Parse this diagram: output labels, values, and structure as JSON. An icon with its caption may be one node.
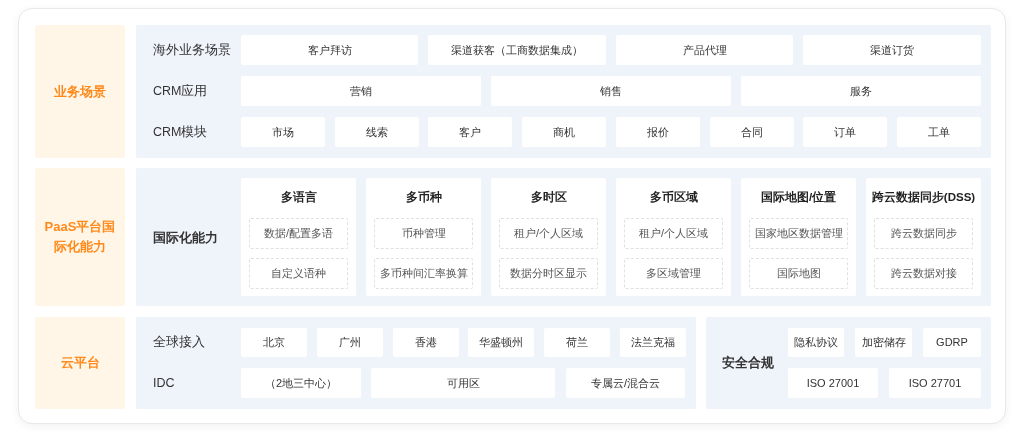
{
  "diagram": {
    "nodes": [
      {
        "text": [
          "业务场景"
        ]
      },
      {
        "text": [
          "海外业务场景",
          "CRM应用",
          "CRM模块"
        ]
      },
      {
        "text": [
          "客户拜访"
        ],
        "in": 1
      },
      {
        "text": [
          "渠道获客（工商数据集成）"
        ],
        "in": 1
      },
      {
        "text": [
          "产品代理"
        ],
        "in": 1
      },
      {
        "text": [
          "渠道订货"
        ],
        "in": 1
      },
      {
        "text": [
          "营销"
        ],
        "in": 1
      },
      {
        "text": [
          "销售"
        ],
        "in": 1
      },
      {
        "text": [
          "服务"
        ],
        "in": 1
      },
      {
        "text": [
          "市场"
        ],
        "in": 1
      },
      {
        "text": [
          "线索"
        ],
        "in": 1
      },
      {
        "text": [
          "客户"
        ],
        "in": 1
      },
      {
        "text": [
          "商机"
        ],
        "in": 1
      },
      {
        "text": [
          "报价"
        ],
        "in": 1
      },
      {
        "text": [
          "合同"
        ],
        "in": 1
      },
      {
        "text": [
          "订单"
        ],
        "in": 1
      },
      {
        "text": [
          "工单"
        ],
        "in": 1
      },
      {
        "text": [
          "PaaS平台国际化能力"
        ]
      },
      {
        "text": [
          "国际化能力"
        ]
      },
      {
        "text": [
          "多语言"
        ],
        "in": 18
      },
      {
        "text": [
          "数据/配置多语"
        ],
        "in": 19
      },
      {
        "text": [
          "自定义语种"
        ],
        "in": 19
      },
      {
        "text": [
          "多币种"
        ],
        "in": 18
      },
      {
        "text": [
          "币种管理"
        ],
        "in": 22
      },
      {
        "text": [
          "多币种间汇率换算"
        ],
        "in": 22
      },
      {
        "text": [
          "多时区"
        ],
        "in": 18
      },
      {
        "text": [
          "租户/个人区域"
        ],
        "in": 25
      },
      {
        "text": [
          "数据分时区显示"
        ],
        "in": 25
      },
      {
        "text": [
          "多币区域"
        ],
        "in": 18
      },
      {
        "text": [
          "租户/个人区域"
        ],
        "in": 28
      },
      {
        "text": [
          "多区域管理"
        ],
        "in": 28
      },
      {
        "text": [
          "国际地图/位置"
        ],
        "in": 18
      },
      {
        "text": [
          "国家地区数据管理"
        ],
        "in": 31
      },
      {
        "text": [
          "国际地图"
        ],
        "in": 31
      },
      {
        "text": [
          "跨云数据同步(DSS)"
        ],
        "in": 18
      },
      {
        "text": [
          "跨云数据同步"
        ],
        "in": 34
      },
      {
        "text": [
          "跨云数据对接"
        ],
        "in": 34
      },
      {
        "text": [
          "云平台"
        ]
      },
      {
        "text": [
          "全球接入",
          "IDC"
        ]
      },
      {
        "text": [
          "北京"
        ],
        "in": 38
      },
      {
        "text": [
          "广州"
        ],
        "in": 38
      },
      {
        "text": [
          "香港"
        ],
        "in": 38
      },
      {
        "text": [
          "华盛顿州"
        ],
        "in": 38
      },
      {
        "text": [
          "荷兰"
        ],
        "in": 38
      },
      {
        "text": [
          "法兰克福"
        ],
        "in": 38
      },
      {
        "text": [
          "（2地三中心）"
        ],
        "in": 38
      },
      {
        "text": [
          "可用区"
        ],
        "in": 38
      },
      {
        "text": [
          "专属云/混合云"
        ],
        "in": 38
      },
      {
        "text": [
          "安全合规"
        ]
      },
      {
        "text": [
          "隐私协议"
        ],
        "in": 48
      },
      {
        "text": [
          "加密储存"
        ],
        "in": 48
      },
      {
        "text": [
          "GDRP"
        ],
        "in": 48
      },
      {
        "text": [
          "ISO 27001"
        ],
        "in": 48
      },
      {
        "text": [
          "ISO 27701"
        ],
        "in": 48
      }
    ]
  }
}
